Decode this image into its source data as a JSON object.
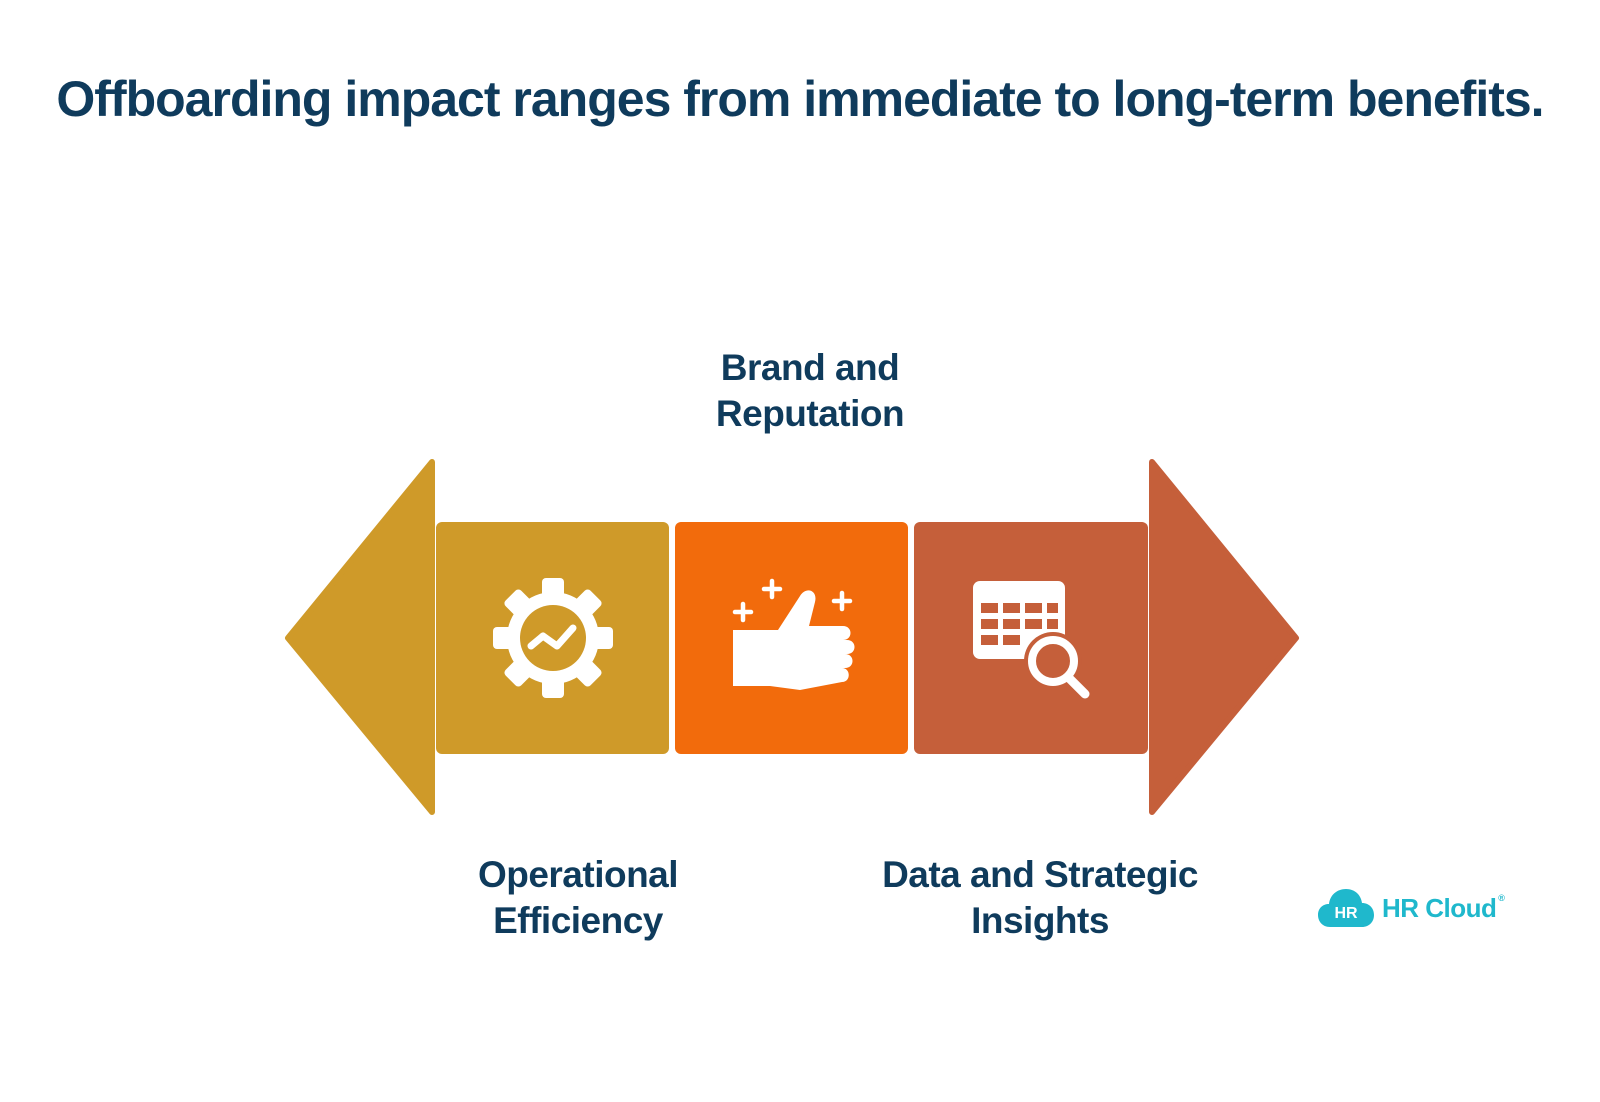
{
  "title": "Offboarding impact ranges from immediate to long-term benefits.",
  "colors": {
    "text": "#0f3b5c",
    "left_arrow": "#cf9a29",
    "middle": "#f26b0c",
    "right_arrow": "#c55f3a",
    "logo": "#1fb8cc"
  },
  "items": [
    {
      "label_lines": [
        "Operational",
        "Efficiency"
      ],
      "icon": "gear-chart-icon",
      "color": "#cf9a29"
    },
    {
      "label_lines": [
        "Brand and",
        "Reputation"
      ],
      "icon": "thumbs-up-sparkle-icon",
      "color": "#f26b0c"
    },
    {
      "label_lines": [
        "Data and Strategic",
        "Insights"
      ],
      "icon": "table-search-icon",
      "color": "#c55f3a"
    }
  ],
  "logo": {
    "badge": "HR",
    "text": "HR Cloud",
    "mark": "®",
    "icon": "cloud-icon"
  }
}
